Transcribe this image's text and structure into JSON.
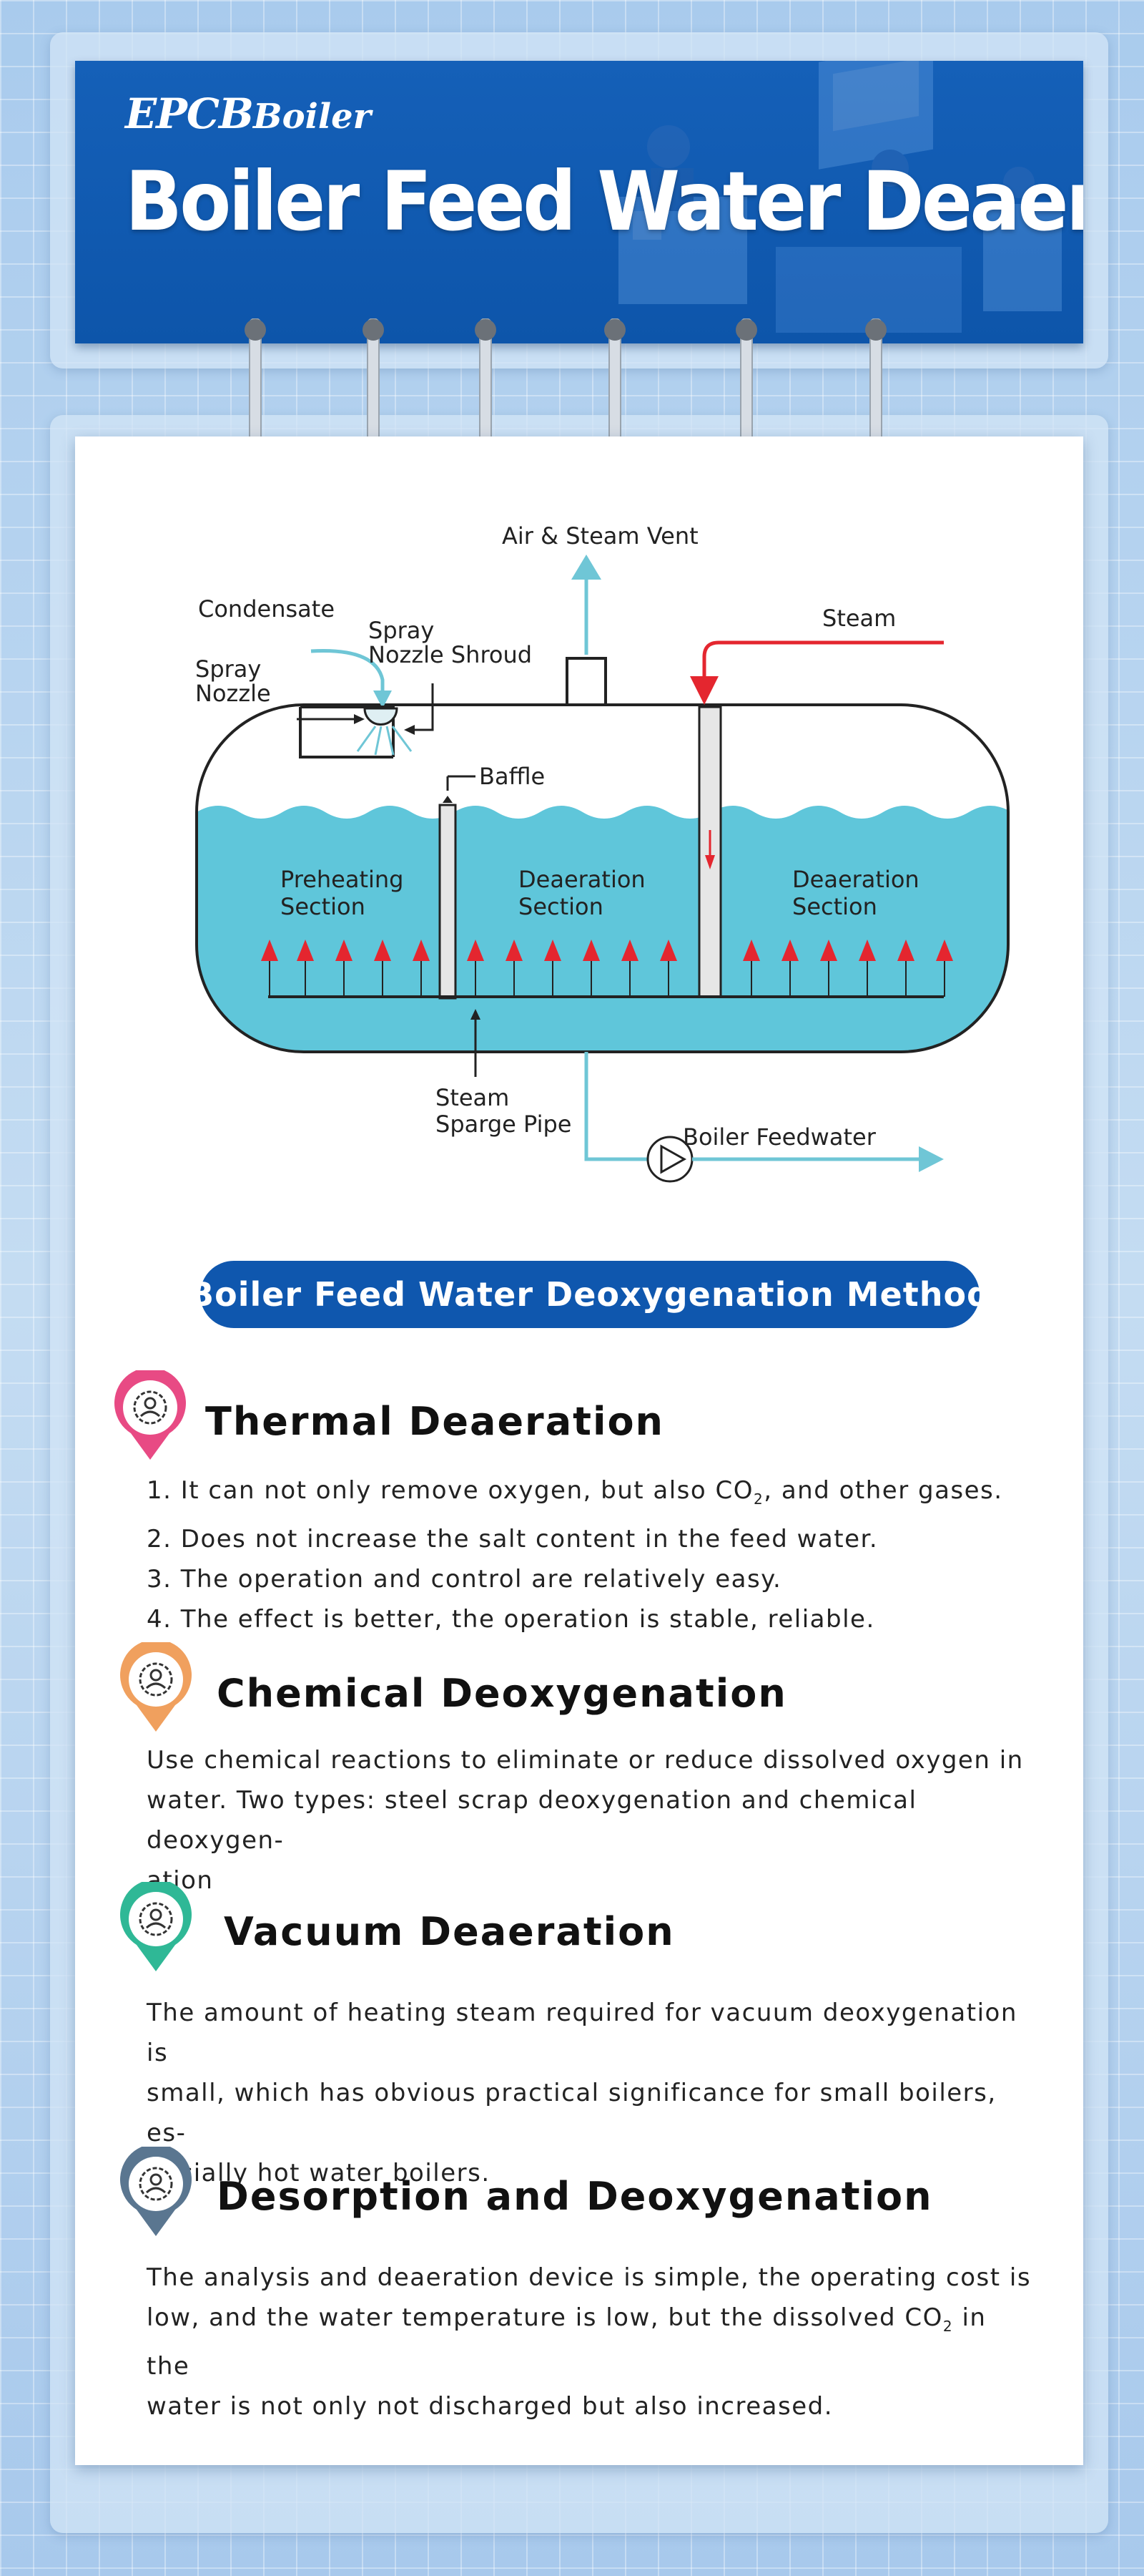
{
  "logo": {
    "main": "EPCB",
    "sub": "Boiler"
  },
  "title": "Boiler Feed Water Deaeration",
  "diagram": {
    "labels": {
      "air_vent": "Air & Steam Vent",
      "condensate": "Condensate",
      "steam": "Steam",
      "spray_nozzle_shroud_1": "Spray",
      "spray_nozzle_shroud_2": "Nozzle Shroud",
      "spray_nozzle_1": "Spray",
      "spray_nozzle_2": "Nozzle",
      "baffle": "Baffle",
      "preheating_1": "Preheating",
      "preheating_2": "Section",
      "deaeration_a_1": "Deaeration",
      "deaeration_a_2": "Section",
      "deaeration_b_1": "Deaeration",
      "deaeration_b_2": "Section",
      "sparge_1": "Steam",
      "sparge_2": "Sparge Pipe",
      "feedwater": "Boiler Feedwater"
    },
    "colors": {
      "water": "#5fc6da",
      "arrow_cyan": "#6fc6d6",
      "arrow_red": "#e4262f"
    }
  },
  "method_heading": "Boiler Feed Water Deoxygenation Method",
  "sections": [
    {
      "title": "Thermal Deaeration",
      "pin_color": "#e84a84",
      "icon": "gear-person-icon",
      "items": [
        {
          "n": "1.",
          "pre": "It can not only remove oxygen, but also CO",
          "sub": "2",
          "post": ", and other gases."
        },
        {
          "n": "2.",
          "pre": "Does not increase the salt content in the feed water.",
          "sub": "",
          "post": ""
        },
        {
          "n": "3.",
          "pre": "The operation and control are relatively easy.",
          "sub": "",
          "post": ""
        },
        {
          "n": "4.",
          "pre": "The effect is better, the operation is stable, reliable.",
          "sub": "",
          "post": ""
        }
      ]
    },
    {
      "title": "Chemical Deoxygenation",
      "pin_color": "#f0a05e",
      "icon": "gear-person-icon",
      "lines": [
        "Use chemical reactions to eliminate or reduce dissolved oxygen in",
        "water. Two types: steel scrap deoxygenation and chemical deoxygen-",
        "ation"
      ]
    },
    {
      "title": "Vacuum Deaeration",
      "pin_color": "#2fb896",
      "icon": "gear-person-icon",
      "lines": [
        "The amount of heating steam required for vacuum deoxygenation is",
        "small, which has obvious practical significance for small boilers, es-",
        "pecially hot water boilers."
      ]
    },
    {
      "title": "Desorption and Deoxygenation",
      "pin_color": "#5a7690",
      "icon": "gear-person-icon",
      "lines": [
        "The analysis and deaeration device is simple, the operating cost is",
        "low, and the water temperature is low, but the dissolved CO",
        "water is not only not discharged but also increased."
      ],
      "line2_sub": "2",
      "line2_post": " in the"
    }
  ]
}
